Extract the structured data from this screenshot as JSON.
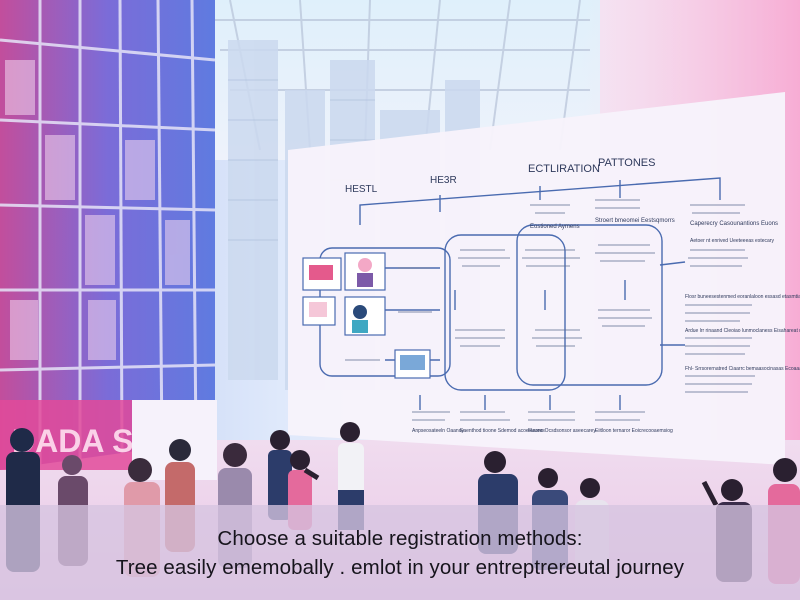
{
  "caption": {
    "line1": "Choose a suitable registration methods:",
    "line2": "Tree easily ememobally . emlot in your entreptrereutal journey"
  },
  "board": {
    "headers": [
      "HESTL",
      "HE3R",
      "ECTLIRATION",
      "PATTONES"
    ],
    "bubbles": [
      "Eostioned Aymens",
      "Stroert bmeomei Eestsqmorrs",
      "Caperecry Casounantions Euons"
    ],
    "right_notes": [
      "Aetoer nt enrived Ueeteeeas estecary",
      "Flosr buneesestenmed eoranlaloon essasd etasmtiaasnt",
      "Ardue lrr rinaand Cleoiao lunmoclaness Eisahareat reamauas",
      "Fhl- Srrsorernatred Ciaarrc bemaasocinasas Ecoaaaoot Uuioss"
    ],
    "bottom_labels": [
      "Anpseosateeln Oaanoy",
      "Eaenthod tioone Sdemod acoesuuees",
      "Fleone Ocsdsonsor aseecarey",
      "Eiitloon ternaror Eoicrecooaemsiog"
    ]
  },
  "storefront_sign": "DADA SH",
  "colors": {
    "accent_pink": "#f06aa8",
    "board_line": "#4a6bb0",
    "caption_band": "#d6c4e0"
  }
}
